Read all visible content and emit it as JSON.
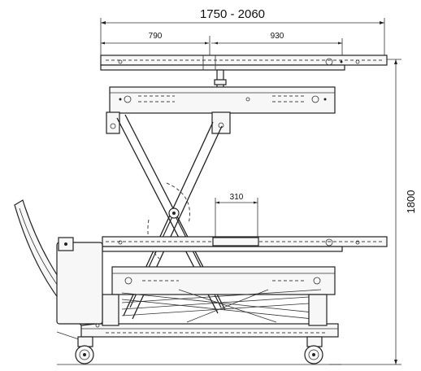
{
  "dimensions": {
    "overall_length": "1750 - 2060",
    "left_section": "790",
    "right_section": "930",
    "extension": "310",
    "height": "1800"
  }
}
